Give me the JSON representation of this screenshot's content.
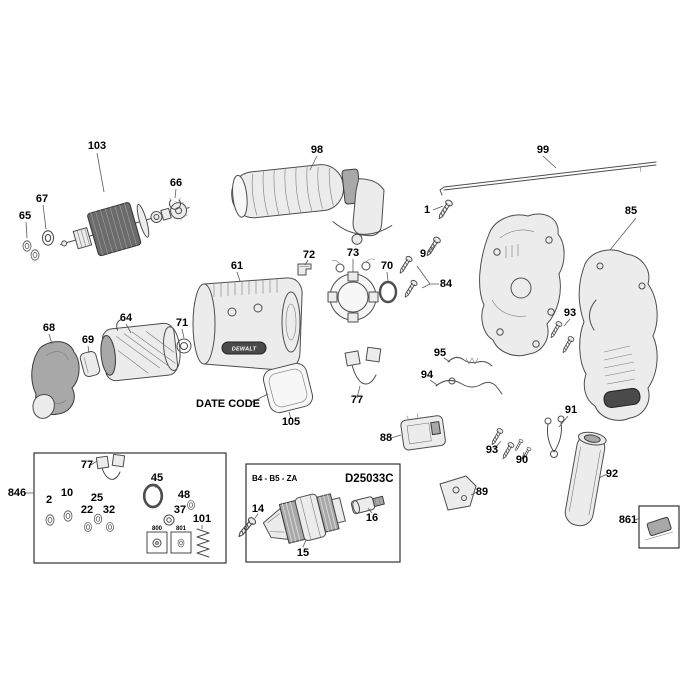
{
  "doc": {
    "bg": "#ffffff"
  },
  "labels": {
    "p1": "1",
    "p2": "2",
    "p9": "9",
    "p10": "10",
    "p14": "14",
    "p15": "15",
    "p16": "16",
    "p22": "22",
    "p25": "25",
    "p32": "32",
    "p37": "37",
    "p45": "45",
    "p48": "48",
    "p61": "61",
    "p64": "64",
    "p65": "65",
    "p66": "66",
    "p67": "67",
    "p68": "68",
    "p69": "69",
    "p70": "70",
    "p71": "71",
    "p72": "72",
    "p73": "73",
    "p77": "77",
    "p84": "84",
    "p85": "85",
    "p88": "88",
    "p89": "89",
    "p90": "90",
    "p91": "91",
    "p92": "92",
    "p93": "93",
    "p94": "94",
    "p95": "95",
    "p98": "98",
    "p99": "99",
    "p101": "101",
    "p103": "103",
    "p105": "105",
    "p800": "800",
    "p801": "801",
    "p846": "846",
    "p861": "861",
    "date_code": "DATE CODE",
    "brand": "DEWALT"
  },
  "inset_chuck": {
    "region_code": "B4 - B5 - ZA",
    "model": "D25033C"
  }
}
